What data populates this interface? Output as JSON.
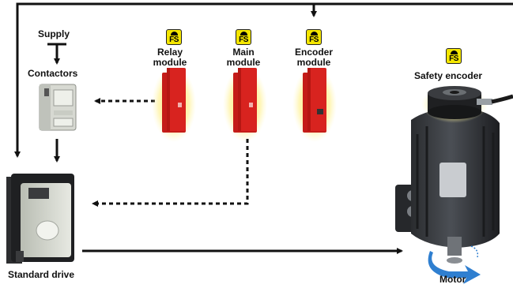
{
  "badge_text": "FS",
  "labels": {
    "supply": "Supply",
    "contactors": "Contactors",
    "relay_module": [
      "Relay",
      "module"
    ],
    "main_module": [
      "Main",
      "module"
    ],
    "encoder_module": [
      "Encoder",
      "module"
    ],
    "safety_encoder": "Safety encoder",
    "standard_drive": "Standard drive",
    "motor": "Motor"
  },
  "colors": {
    "badge": "#f4e600",
    "module_red": "#d8231f",
    "glow": "#ffe44d",
    "rotation_arrow": "#2f7fd0",
    "line": "#111111"
  }
}
